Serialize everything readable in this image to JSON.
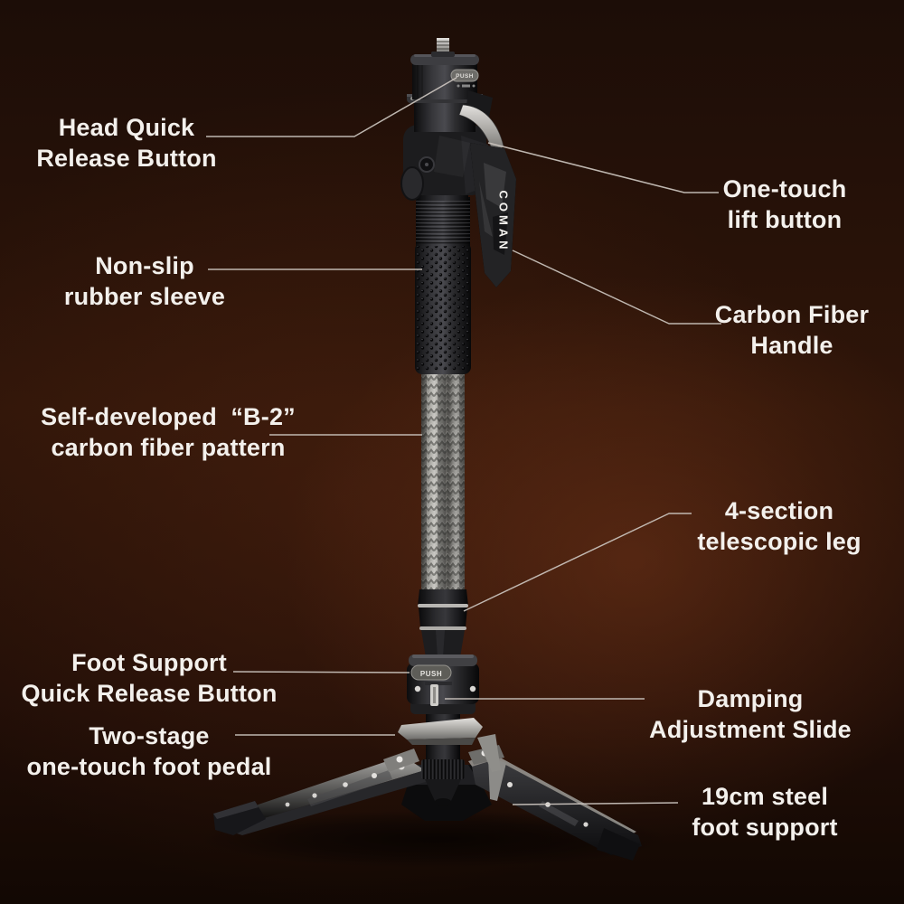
{
  "product": {
    "brand": "COMAN",
    "head_release_button": "PUSH",
    "foot_release_button": "PUSH"
  },
  "callouts": {
    "head_quick_release": {
      "line1": "Head Quick",
      "line2": "Release Button"
    },
    "one_touch_lift": {
      "line1": "One-touch",
      "line2": "lift button"
    },
    "non_slip_sleeve": {
      "line1": "Non-slip",
      "line2": "rubber sleeve"
    },
    "b2_pattern": {
      "line1": "Self-developed  “B-2”",
      "line2": "carbon fiber pattern"
    },
    "carbon_fiber_handle": {
      "line1": "Carbon Fiber",
      "line2": "Handle"
    },
    "telescopic_leg": {
      "line1": "4-section",
      "line2": "telescopic leg"
    },
    "foot_quick_release": {
      "line1": "Foot Support",
      "line2": "Quick Release Button"
    },
    "damping_slide": {
      "line1": "Damping",
      "line2": "Adjustment Slide"
    },
    "two_stage_pedal": {
      "line1": "Two-stage",
      "line2": "one-touch foot pedal"
    },
    "steel_foot_support": {
      "line1": "19cm steel",
      "line2": "foot support"
    }
  },
  "colors": {
    "background_glow": "#5a2a14",
    "label_text": "#f3f0ec",
    "leader_line": "#ccc5bf"
  }
}
